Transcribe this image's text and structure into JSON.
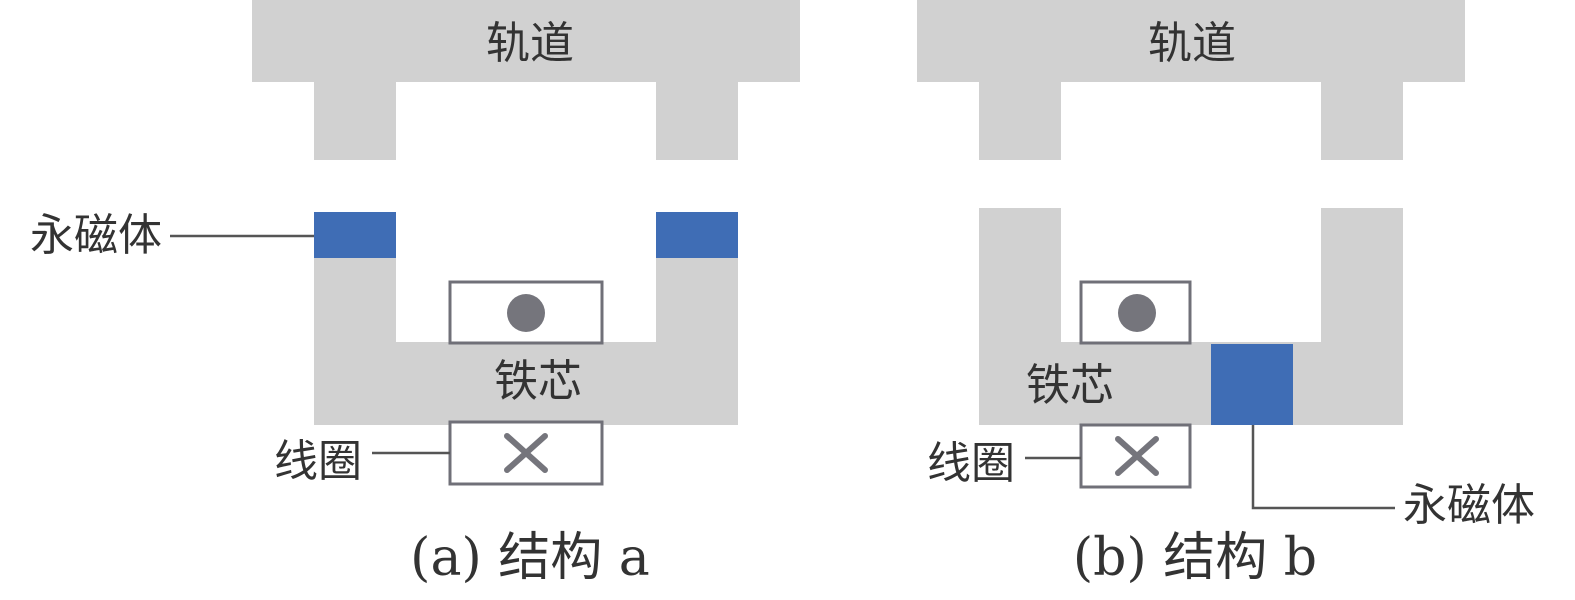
{
  "panels": [
    {
      "track_label": "轨道",
      "core_label": "铁芯",
      "magnet_label": "永磁体",
      "coil_label": "线圈",
      "caption": "(a) 结构 a"
    },
    {
      "track_label": "轨道",
      "core_label": "铁芯",
      "magnet_label": "永磁体",
      "coil_label": "线圈",
      "caption": "(b) 结构 b"
    }
  ],
  "symbols": {
    "coil_upper": "current-dot-icon",
    "coil_lower": "current-cross-icon"
  },
  "colors": {
    "track": "#D1D1D1",
    "core": "#D1D1D1",
    "magnet": "#3F6DB5",
    "coil_border": "#707078",
    "coil_symbol": "#75757C",
    "leader": "#555555",
    "text": "#333333"
  }
}
